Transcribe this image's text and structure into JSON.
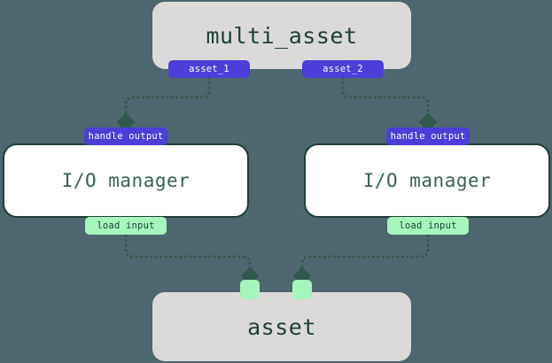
{
  "background_color": "#4d666f",
  "palette": {
    "asset_node_fill": "#dcdad8",
    "io_node_fill": "#ffffff",
    "node_stroke": "#1d4037",
    "output_handle": "#4c3ed9",
    "input_handle": "#a6f5bd",
    "edge_color": "#31584c",
    "title_text": "#1d4037"
  },
  "diagram": {
    "type": "dataflow-graph",
    "nodes": [
      {
        "id": "multi_asset",
        "kind": "asset",
        "label": "multi_asset",
        "outputs": [
          {
            "id": "asset_1",
            "label": "asset_1"
          },
          {
            "id": "asset_2",
            "label": "asset_2"
          }
        ]
      },
      {
        "id": "io_manager_left",
        "kind": "io-manager",
        "label": "I/O manager",
        "input_label": "handle output",
        "output_label": "load input"
      },
      {
        "id": "io_manager_right",
        "kind": "io-manager",
        "label": "I/O manager",
        "input_label": "handle output",
        "output_label": "load input"
      },
      {
        "id": "asset",
        "kind": "asset",
        "label": "asset",
        "inputs": [
          {
            "id": "in_1",
            "label": ""
          },
          {
            "id": "in_2",
            "label": ""
          }
        ]
      }
    ],
    "edges": [
      {
        "from": "multi_asset.asset_1",
        "to": "io_manager_left.handle output"
      },
      {
        "from": "multi_asset.asset_2",
        "to": "io_manager_right.handle output"
      },
      {
        "from": "io_manager_left.load input",
        "to": "asset.in_1"
      },
      {
        "from": "io_manager_right.load input",
        "to": "asset.in_2"
      }
    ]
  },
  "labels": {
    "multi_asset_title": "multi_asset",
    "asset_1": "asset_1",
    "asset_2": "asset_2",
    "io_manager_title": "I/O manager",
    "handle_output": "handle output",
    "load_input": "load input",
    "asset_title": "asset"
  }
}
